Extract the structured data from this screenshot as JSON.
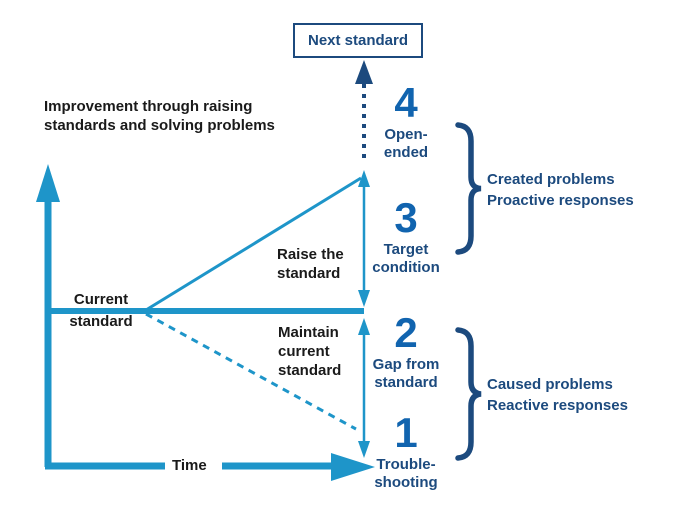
{
  "diagram": {
    "title_lines": [
      "Improvement through raising",
      "standards and solving problems"
    ],
    "next_standard_label": "Next standard",
    "current_standard_lines": [
      "Current",
      "standard"
    ],
    "raise_standard_lines": [
      "Raise the",
      "standard"
    ],
    "maintain_standard_lines": [
      "Maintain",
      "current",
      "standard"
    ],
    "time_label": "Time",
    "steps": [
      {
        "number": "4",
        "label_lines": [
          "Open-",
          "ended"
        ]
      },
      {
        "number": "3",
        "label_lines": [
          "Target",
          "condition"
        ]
      },
      {
        "number": "2",
        "label_lines": [
          "Gap from",
          "standard"
        ]
      },
      {
        "number": "1",
        "label_lines": [
          "Trouble-",
          "shooting"
        ]
      }
    ],
    "groups": [
      {
        "lines": [
          "Created problems",
          "Proactive responses"
        ]
      },
      {
        "lines": [
          "Caused problems",
          "Reactive responses"
        ]
      }
    ]
  },
  "colors": {
    "line_blue": "#1e95c9",
    "navy": "#1c4a7e",
    "number_blue": "#1164af",
    "text_black": "#1a1a1a"
  }
}
